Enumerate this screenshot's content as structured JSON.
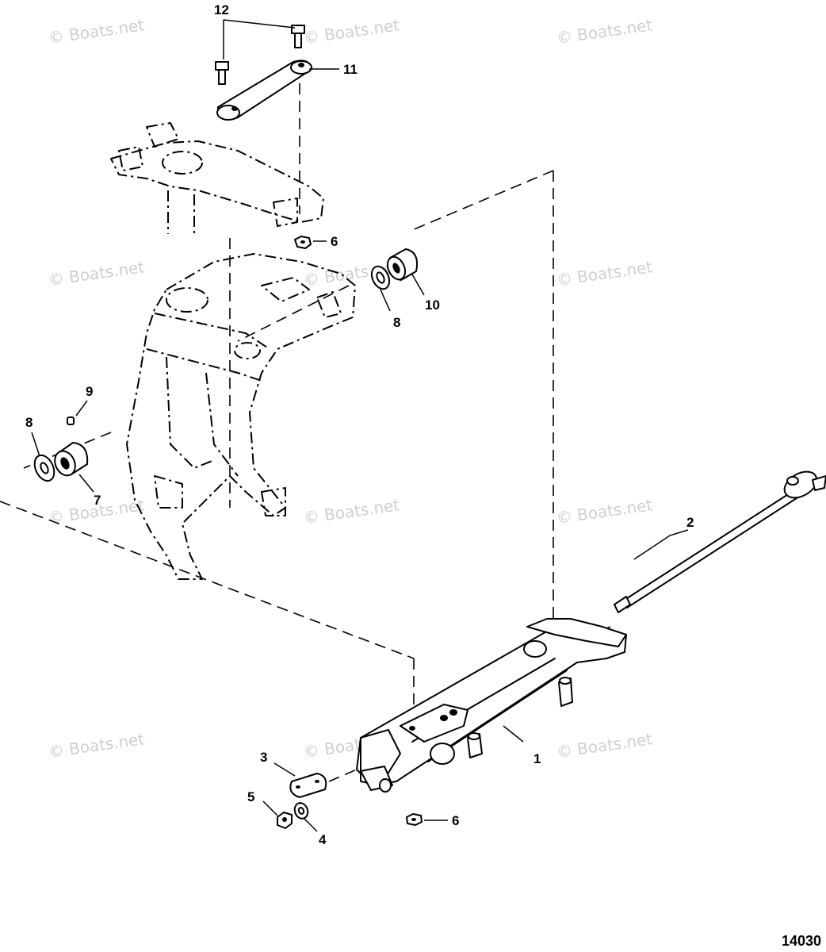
{
  "watermark": {
    "text": "© Boats.net",
    "color": "#cfcfcf"
  },
  "figure_number": "14030",
  "callouts": {
    "c1": "1",
    "c2": "2",
    "c3": "3",
    "c4": "4",
    "c5": "5",
    "c6_top": "6",
    "c6_bottom": "6",
    "c7": "7",
    "c8_left": "8",
    "c8_right": "8",
    "c9": "9",
    "c10": "10",
    "c11": "11",
    "c12": "12"
  },
  "line_color": "#000000",
  "background": "#ffffff"
}
